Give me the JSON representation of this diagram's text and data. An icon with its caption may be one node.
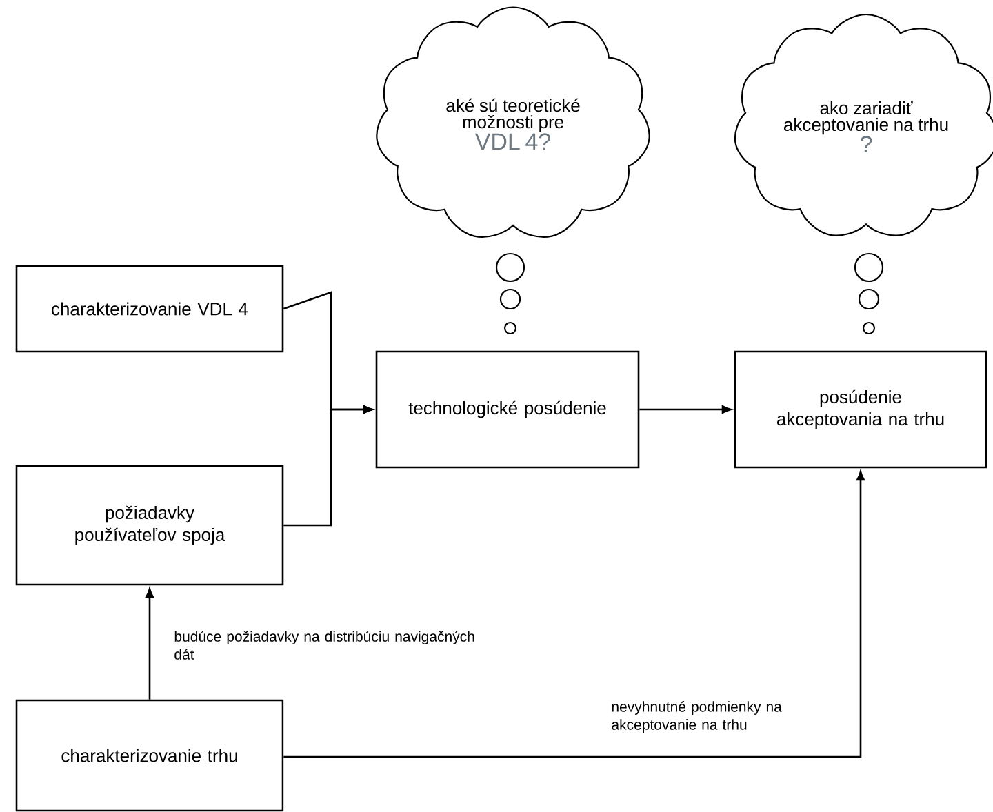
{
  "diagram": {
    "nodes": [
      {
        "text": [
          "aké sú teoretické možnosti pre",
          "VDL 4?"
        ]
      },
      {
        "text": [
          "ako zariadiť akceptovanie na trhu",
          "?"
        ]
      },
      {
        "text": [
          "charakterizovanie VDL 4"
        ]
      },
      {
        "text": [
          "technologické posúdenie"
        ]
      },
      {
        "text": [
          "posúdenie akceptovania na trhu"
        ]
      },
      {
        "text": [
          "požiadavky používateľov spoja"
        ]
      },
      {
        "text": [
          "charakterizovanie trhu"
        ]
      }
    ],
    "edges": [
      {
        "from": 2,
        "to": 3,
        "arrow": "to"
      },
      {
        "from": 5,
        "to": 3,
        "arrow": "to"
      },
      {
        "from": 6,
        "to": 5,
        "arrow": "to",
        "label": "budúce požiadavky na distribúciu navigačných dát"
      },
      {
        "from": 6,
        "to": 4,
        "arrow": "to",
        "label": "nevyhnutné podmienky na akceptovanie na trhu"
      },
      {
        "from": 3,
        "to": 4,
        "arrow": "to"
      }
    ]
  }
}
